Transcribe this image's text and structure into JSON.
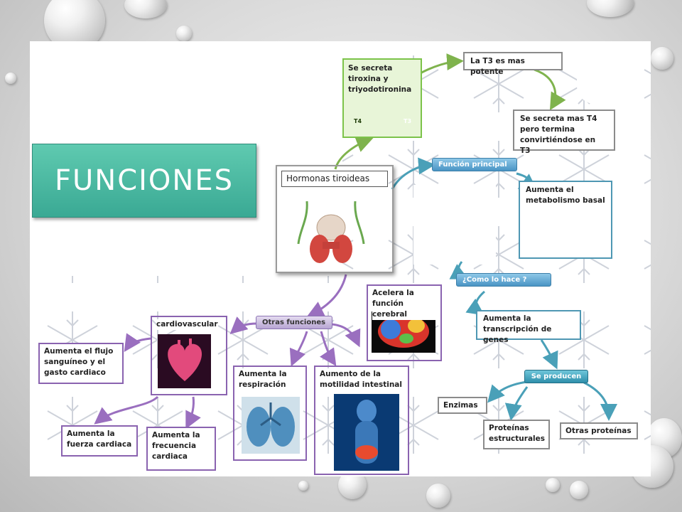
{
  "banner": {
    "label": "FUNCIONES"
  },
  "center": {
    "title": "Hormonas tiroideas"
  },
  "nodes": {
    "secreta": "Se secreta tiroxina y triyodotironina",
    "t3_potente": "La T3 es mas potente",
    "t4_convierte": "Se secreta mas T4 pero termina convirtiéndose en T3",
    "funcion_principal": "Función principal",
    "metabolismo": "Aumenta el metabolismo basal",
    "como": "¿Como lo hace ?",
    "transcripcion": "Aumenta la transcripción de genes",
    "se_producen": "Se producen",
    "enzimas": "Enzimas",
    "estructurales": "Proteínas estructurales",
    "otras_proteinas": "Otras proteínas",
    "otras_funciones": "Otras funciones",
    "cerebral": "Acelera la función cerebral",
    "cardiovascular": "cardiovascular",
    "flujo": "Aumenta el flujo sanguíneo y el gasto cardiaco",
    "fuerza": "Aumenta la fuerza cardiaca",
    "frecuencia": "Aumenta la frecuencia cardiaca",
    "respiracion": "Aumenta la respiración",
    "motilidad": "Aumento de la motilidad intestinal"
  },
  "icons": {
    "t4": "T4",
    "t3": "T3"
  },
  "colors": {
    "banner": "#3aa994",
    "purple": "#8a63b0",
    "teal_border": "#4e97b3",
    "green": "#7cc34a",
    "connector_green": "#7fb34d",
    "connector_teal": "#4aa0b8",
    "connector_purple": "#9a6fbf"
  }
}
